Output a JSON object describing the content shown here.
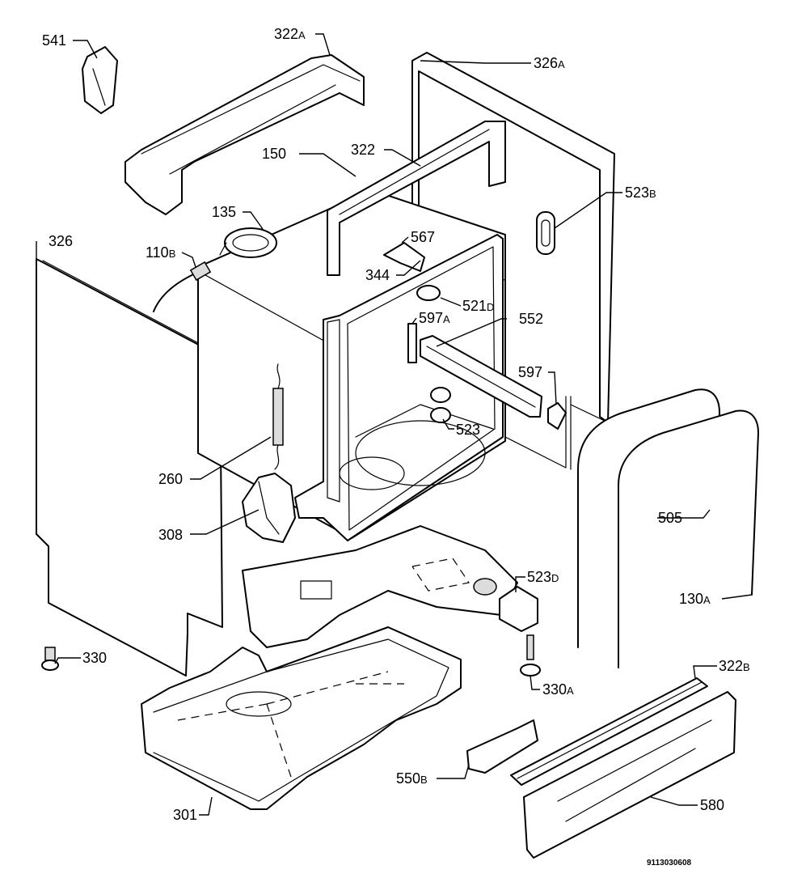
{
  "parts": [
    {
      "id": "541",
      "num": "541",
      "suffix": ""
    },
    {
      "id": "322A",
      "num": "322",
      "suffix": "A"
    },
    {
      "id": "326A",
      "num": "326",
      "suffix": "A"
    },
    {
      "id": "150",
      "num": "150",
      "suffix": ""
    },
    {
      "id": "322",
      "num": "322",
      "suffix": ""
    },
    {
      "id": "523B",
      "num": "523",
      "suffix": "B"
    },
    {
      "id": "135",
      "num": "135",
      "suffix": ""
    },
    {
      "id": "567",
      "num": "567",
      "suffix": ""
    },
    {
      "id": "326",
      "num": "326",
      "suffix": ""
    },
    {
      "id": "110B",
      "num": "110",
      "suffix": "B"
    },
    {
      "id": "344",
      "num": "344",
      "suffix": ""
    },
    {
      "id": "521D",
      "num": "521",
      "suffix": "D"
    },
    {
      "id": "597A",
      "num": "597",
      "suffix": "A"
    },
    {
      "id": "552",
      "num": "552",
      "suffix": ""
    },
    {
      "id": "597",
      "num": "597",
      "suffix": ""
    },
    {
      "id": "523",
      "num": "523",
      "suffix": ""
    },
    {
      "id": "260",
      "num": "260",
      "suffix": ""
    },
    {
      "id": "505",
      "num": "505",
      "suffix": ""
    },
    {
      "id": "308",
      "num": "308",
      "suffix": ""
    },
    {
      "id": "523D",
      "num": "523",
      "suffix": "D"
    },
    {
      "id": "130A",
      "num": "130",
      "suffix": "A"
    },
    {
      "id": "330",
      "num": "330",
      "suffix": ""
    },
    {
      "id": "322B",
      "num": "322",
      "suffix": "B"
    },
    {
      "id": "330A",
      "num": "330",
      "suffix": "A"
    },
    {
      "id": "550B",
      "num": "550",
      "suffix": "B"
    },
    {
      "id": "580",
      "num": "580",
      "suffix": ""
    },
    {
      "id": "301",
      "num": "301",
      "suffix": ""
    }
  ],
  "drawing_code": "9113030608"
}
